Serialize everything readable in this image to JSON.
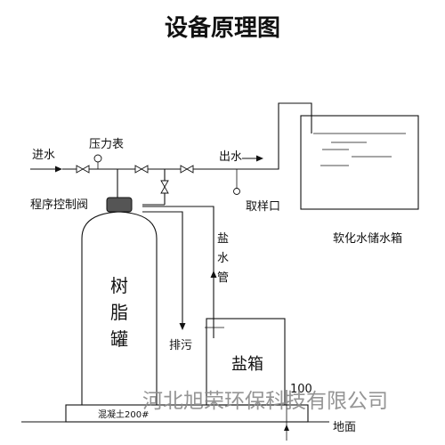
{
  "title": "设备原理图",
  "labels": {
    "inlet": "进水",
    "pressure_gauge": "压力表",
    "outlet": "出水",
    "sample_port": "取样口",
    "control_valve": "程序控制阀",
    "storage_tank": "软化水储水箱",
    "brine_pipe": [
      "盐",
      "水",
      "管"
    ],
    "resin_tank": [
      "树",
      "脂",
      "罐"
    ],
    "drain": "排污",
    "brine_tank": "盐箱",
    "dimension": "100",
    "concrete_base": "混凝土200#",
    "ground": "地面",
    "watermark": "河北旭荣环保科技有限公司"
  }
}
